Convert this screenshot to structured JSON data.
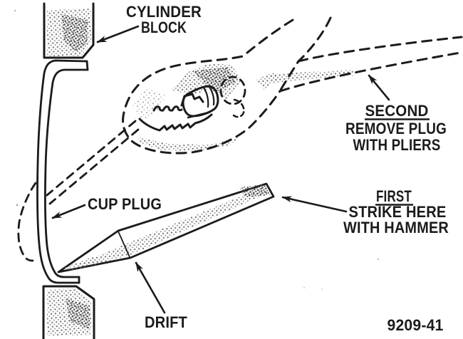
{
  "figure": {
    "labels": {
      "cylinder_block": {
        "line1": "CYLINDER",
        "line2": "BLOCK"
      },
      "cup_plug": {
        "text": "CUP PLUG"
      },
      "drift": {
        "text": "DRIFT"
      },
      "step_second": {
        "title": "SECOND",
        "line1": "REMOVE PLUG",
        "line2": "WITH PLIERS"
      },
      "step_first": {
        "title": "FIRST",
        "line1": "STRIKE HERE",
        "line2": "WITH HAMMER"
      },
      "figure_number": "9209-41"
    },
    "colors": {
      "ink": "#1b1b1b",
      "paper": "#ffffff",
      "stipple_light": "#9b9b9b",
      "stipple_medium": "#777777",
      "stipple_dark": "#4a4a4a"
    }
  }
}
